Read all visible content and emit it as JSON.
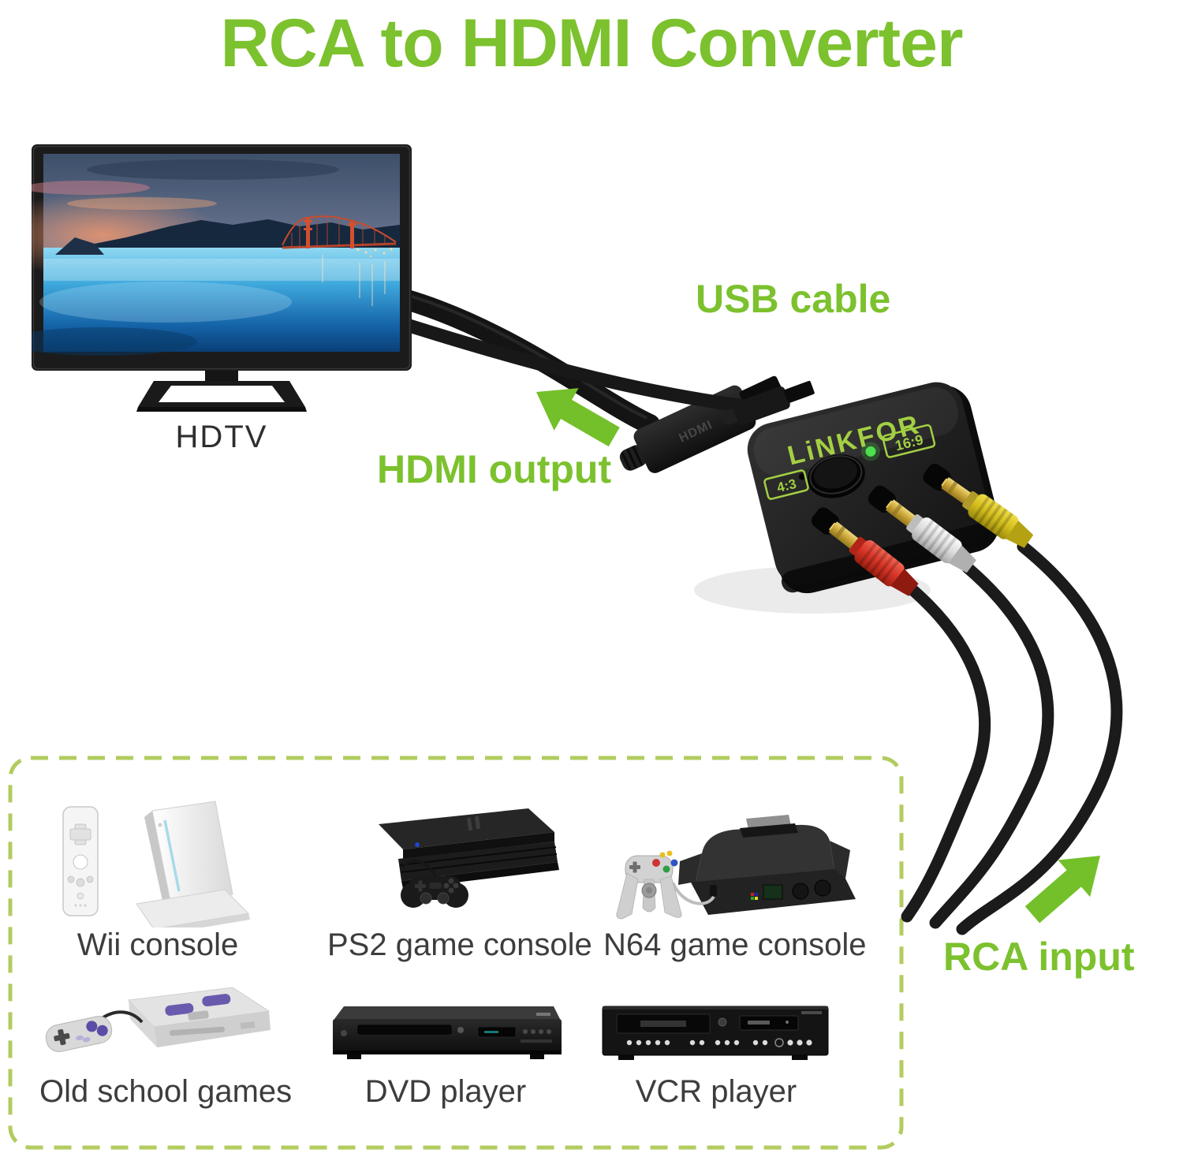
{
  "title": "RCA to HDMI Converter",
  "labels": {
    "usb_cable": "USB cable",
    "hdmi_output": "HDMI output",
    "rca_input": "RCA input",
    "hdtv": "HDTV"
  },
  "converter": {
    "brand": "LiNKFOR",
    "aspect_right": "16:9",
    "aspect_left": "4:3",
    "hdmi_plug_label": "HDMI"
  },
  "devices": [
    {
      "id": "wii",
      "label": "Wii console"
    },
    {
      "id": "ps2",
      "label": "PS2 game console"
    },
    {
      "id": "n64",
      "label": "N64 game console"
    },
    {
      "id": "snes",
      "label": "Old school games"
    },
    {
      "id": "dvd",
      "label": "DVD player"
    },
    {
      "id": "vcr",
      "label": "VCR player"
    }
  ],
  "colors": {
    "accent_green": "#7cc12e",
    "arrow_green": "#74c02a",
    "brand_green": "#a3d043",
    "dashed_border": "#b2cc5f",
    "rca_red": "#d63426",
    "rca_white": "#e8e8e8",
    "rca_yellow": "#d9c31f",
    "led_green": "#4ce04c"
  }
}
